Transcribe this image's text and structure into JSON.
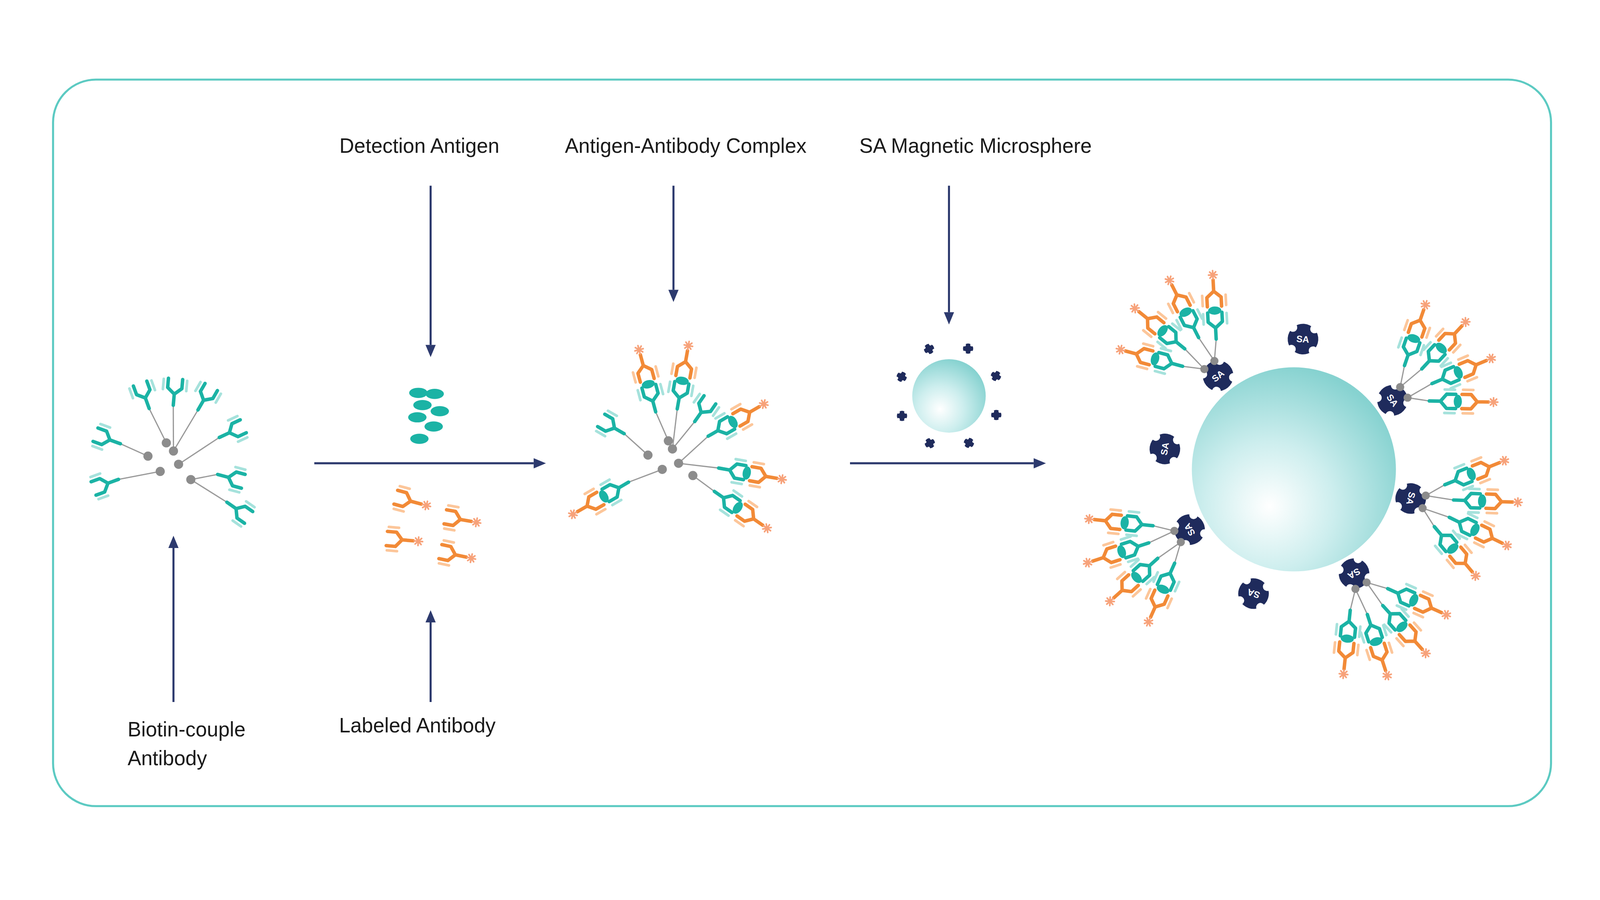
{
  "diagram": {
    "labels": [
      "Detection Antigen",
      "Antigen-Antibody Complex",
      "SA Magnetic Microsphere",
      "Biotin-couple Antibody",
      "Labeled Antibody",
      "SA",
      "SA",
      "SA",
      "SA",
      "SA",
      "SA",
      "SA",
      "SA"
    ]
  }
}
